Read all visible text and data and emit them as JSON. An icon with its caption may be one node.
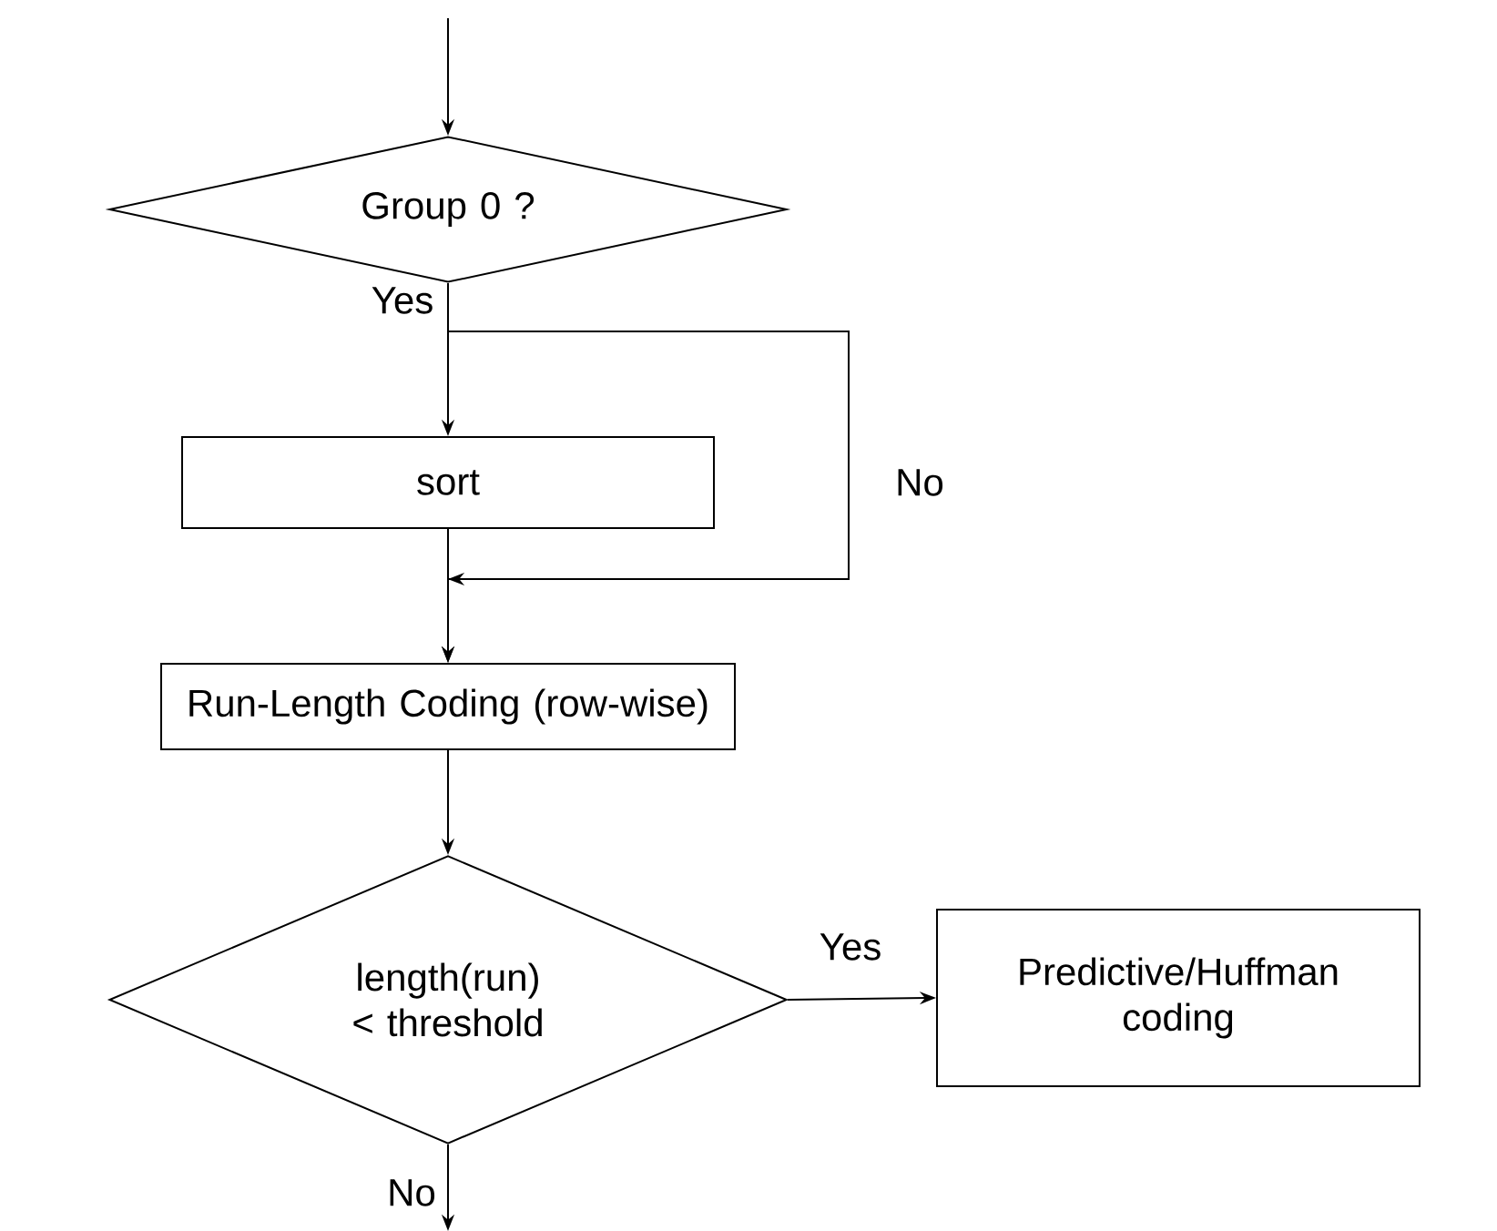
{
  "diagram": {
    "nodes": [
      {
        "text": [
          "Group 0 ?"
        ]
      },
      {
        "text": [
          "sort"
        ]
      },
      {
        "text": [
          "Run-Length Coding (row-wise)"
        ]
      },
      {
        "text": [
          "length(run) < threshold"
        ]
      },
      {
        "text": [
          "Predictive/Huffman coding"
        ]
      }
    ],
    "edges": [
      {
        "from": null,
        "to": 0,
        "arrow": "to"
      },
      {
        "from": 0,
        "to": 1,
        "arrow": "to",
        "label": "Yes"
      },
      {
        "from": 0,
        "to": 2,
        "arrow": "to",
        "label": "No"
      },
      {
        "from": 1,
        "to": 2,
        "arrow": "to"
      },
      {
        "from": 2,
        "to": 3,
        "arrow": "to"
      },
      {
        "from": 3,
        "to": 4,
        "arrow": "to",
        "label": "Yes"
      },
      {
        "from": 3,
        "to": null,
        "arrow": "to",
        "label": "No"
      }
    ]
  }
}
